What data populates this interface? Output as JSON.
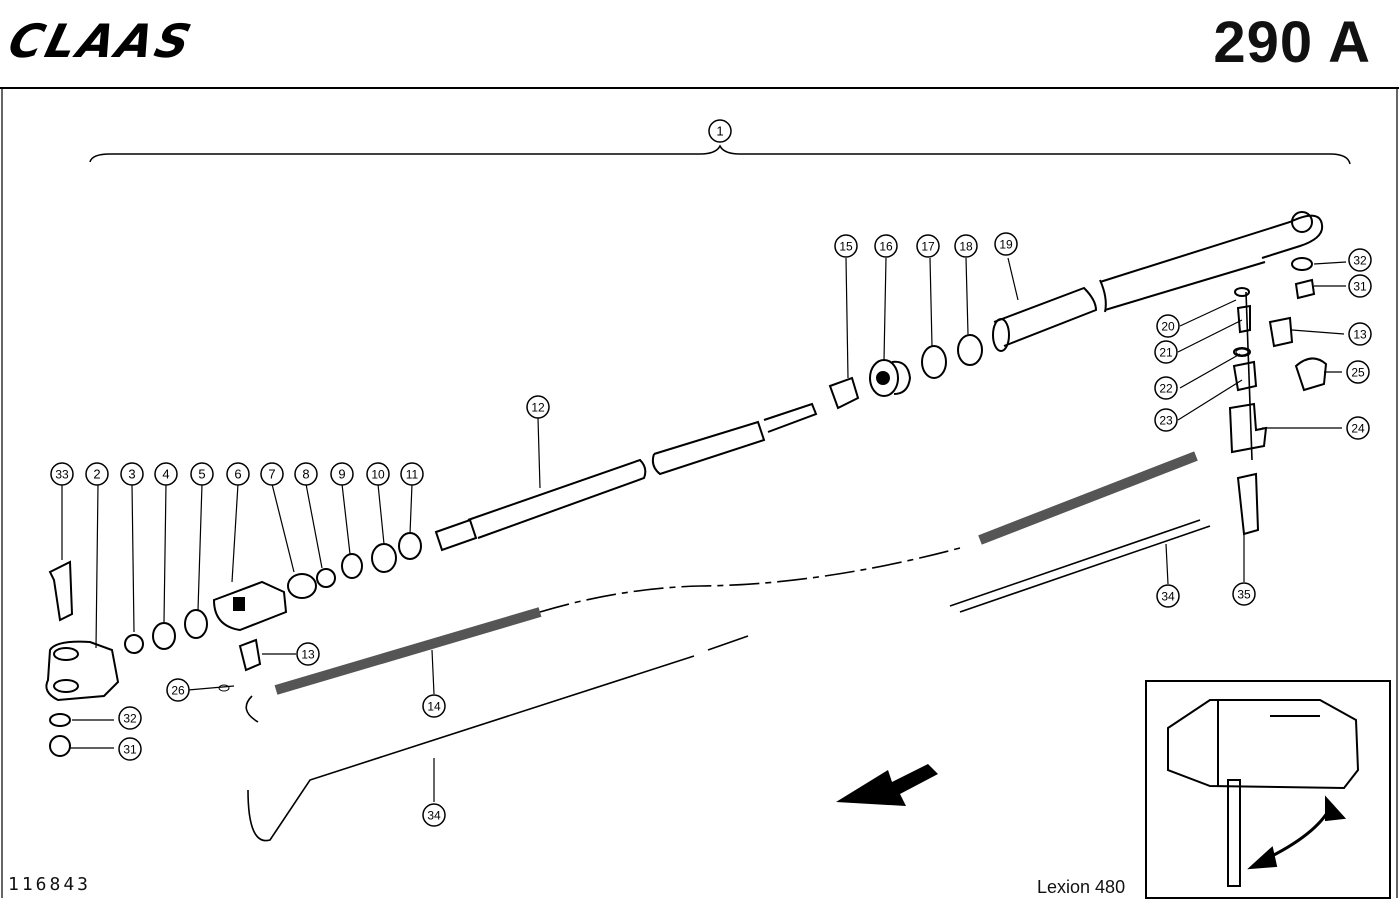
{
  "header": {
    "brand": "CLAAS",
    "page_number": "290 A"
  },
  "footer": {
    "document_number": "116843",
    "model": "Lexion 480"
  },
  "callouts": [
    "1",
    "2",
    "3",
    "4",
    "5",
    "6",
    "7",
    "8",
    "9",
    "10",
    "11",
    "12",
    "13",
    "13",
    "14",
    "15",
    "16",
    "17",
    "18",
    "19",
    "20",
    "21",
    "22",
    "23",
    "24",
    "25",
    "26",
    "31",
    "31",
    "32",
    "32",
    "33",
    "34",
    "34",
    "35"
  ]
}
